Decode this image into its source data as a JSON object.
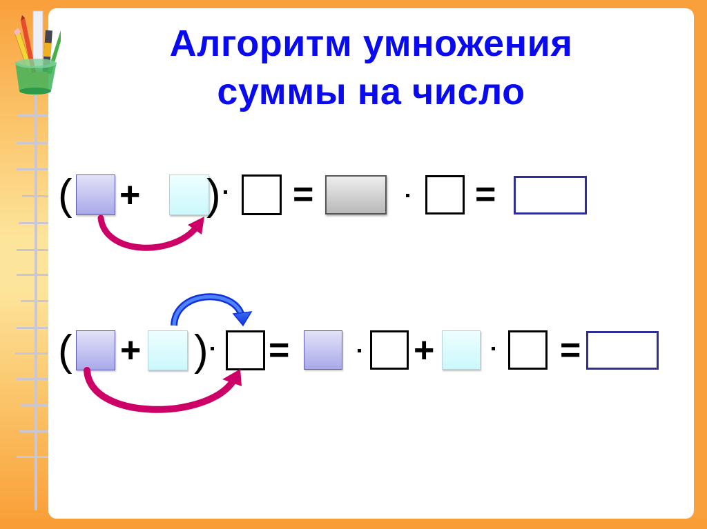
{
  "slide": {
    "title_line1": "Алгоритм умножения",
    "title_line2": "суммы на число",
    "colors": {
      "title": "#0a0aee",
      "frame": "#f9a03c",
      "panel": "#ffffff",
      "addend1_box": "#a9a9ea",
      "addend2_box": "#cbf8fc",
      "sum_box": "#b9b9b9",
      "result_box_border": "#2e2e96",
      "arrow_magenta": "#cc0066",
      "arrow_blue": "#1a3fe0"
    }
  },
  "row1": {
    "open_paren": "(",
    "plus": "+",
    "close_paren": ")",
    "equals1": "=",
    "equals2": "=",
    "description": "(a + b) · c = (sum) · c = result"
  },
  "row2": {
    "open_paren": "(",
    "plus1": "+",
    "close_paren": ")",
    "equals1": "=",
    "plus2": "+",
    "equals2": "=",
    "description": "(a + b) · c = a · c + b · c = result"
  },
  "decor": {
    "pencil_cup_icon": "pencil-cup",
    "ruler_icon": "ruler"
  }
}
